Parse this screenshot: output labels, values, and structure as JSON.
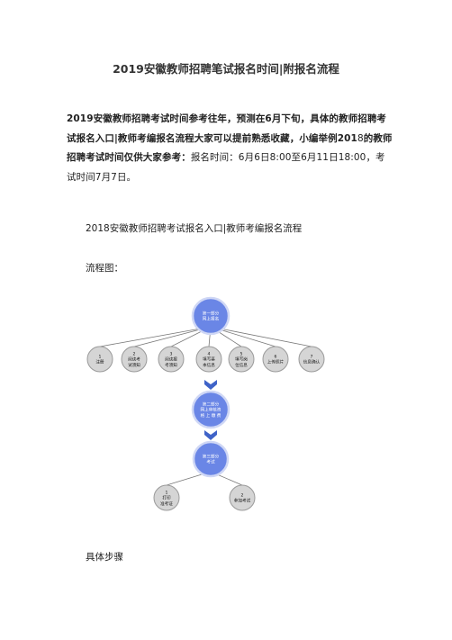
{
  "title": "2019安徽教师招聘笔试报名时间|附报名流程",
  "intro": {
    "bold": "2019安徽教师招聘考试时间参考往年，预测在6月下旬，具体的教师招聘考试报名入口|教师考编报名流程大家可以提前熟悉收藏，小编举例201",
    "normal1": "8",
    "bold2": "的教师招聘考试时间仅供大家参考：",
    "normal2": "报名时间：6月6日8:00至6月11日18:00，考试时间7月7日。"
  },
  "section_heading": "2018安徽教师招聘考试报名入口|教师考编报名流程",
  "flow_label": "流程图：",
  "flowchart": {
    "stage1": [
      "第一部分",
      "网上报名"
    ],
    "stage2": [
      "第二部分",
      "网上审核资",
      "格 上 缴 费"
    ],
    "stage3": [
      "第三部分",
      "考试"
    ],
    "steps": [
      [
        "1",
        "注册"
      ],
      [
        "2",
        "阅读考",
        "试须知"
      ],
      [
        "3",
        "阅读报",
        "考须知"
      ],
      [
        "4",
        "填写基",
        "本信息"
      ],
      [
        "5",
        "填写岗",
        "位信息"
      ],
      [
        "6",
        "上传照片"
      ],
      [
        "7",
        "信息确认"
      ]
    ],
    "final_steps": [
      [
        "1",
        "打印",
        "准考证"
      ],
      [
        "2",
        "参加考试"
      ]
    ]
  },
  "steps_label": "具体步骤"
}
